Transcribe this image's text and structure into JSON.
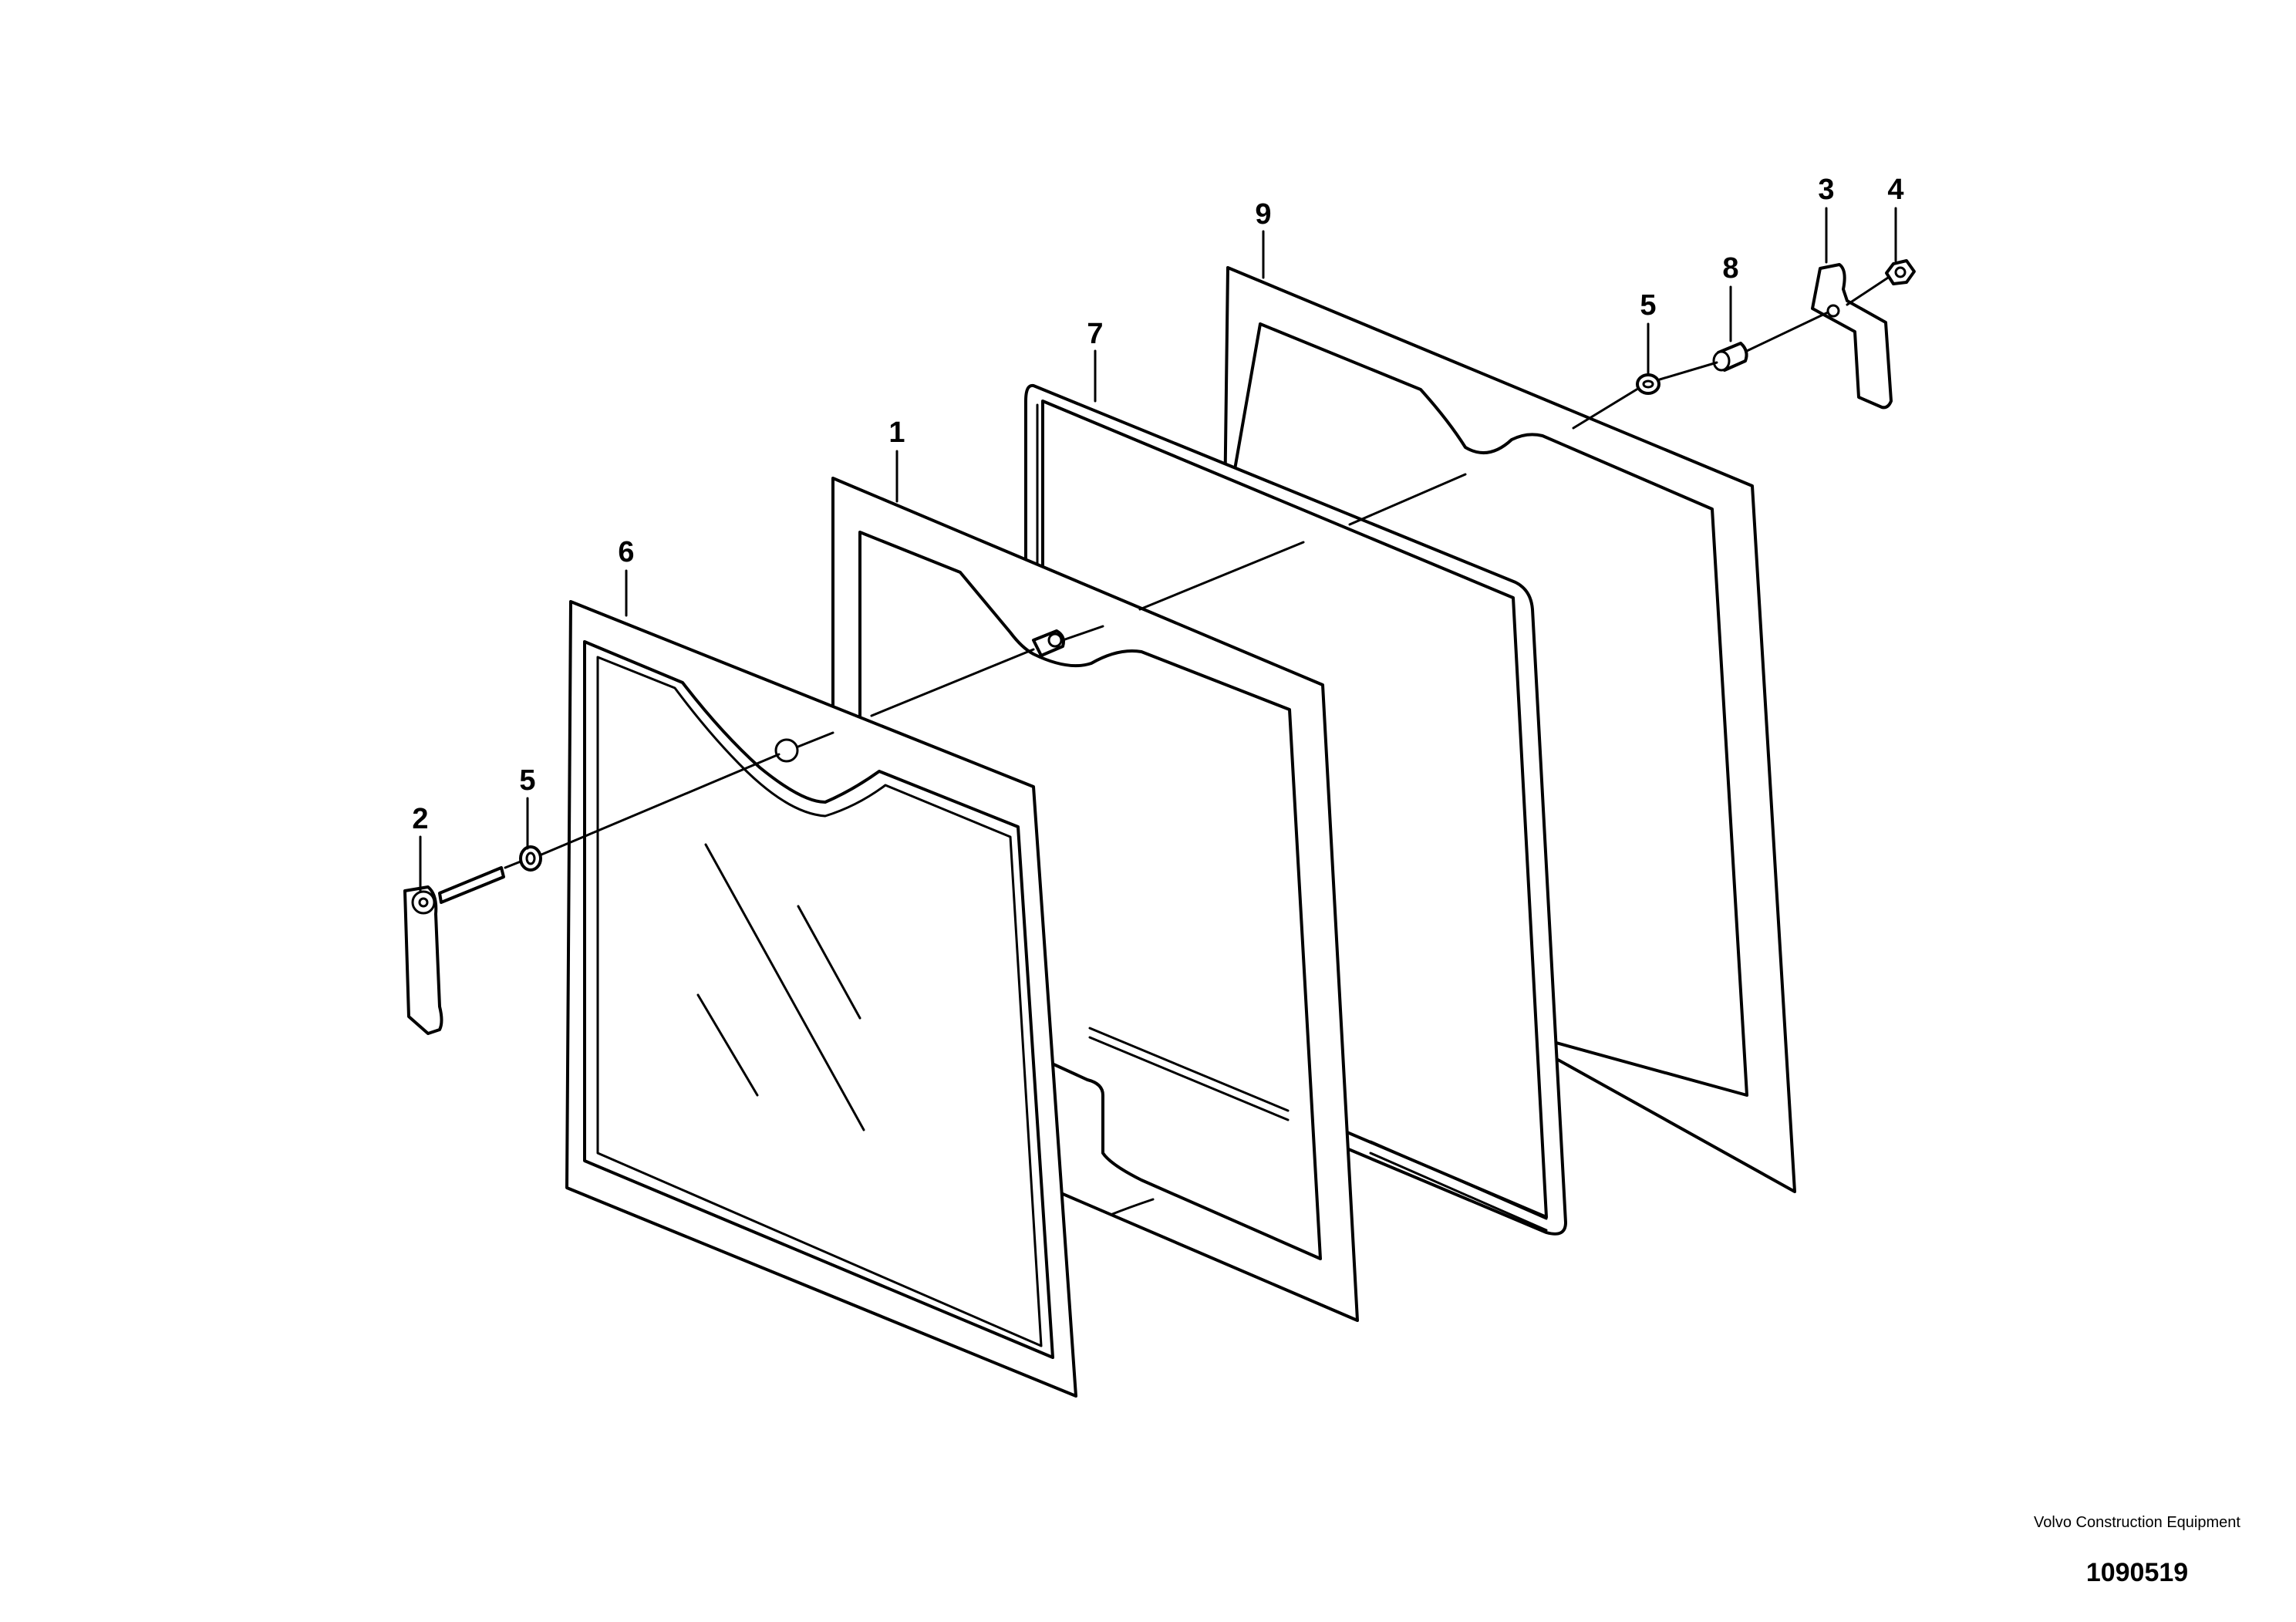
{
  "callouts": {
    "n1": "1",
    "n2": "2",
    "n3": "3",
    "n4": "4",
    "n5a": "5",
    "n5b": "5",
    "n6": "6",
    "n7": "7",
    "n8": "8",
    "n9": "9"
  },
  "footer": {
    "company": "Volvo Construction Equipment",
    "drawing_id": "1090519"
  },
  "colors": {
    "line": "#000000",
    "background": "#ffffff"
  }
}
